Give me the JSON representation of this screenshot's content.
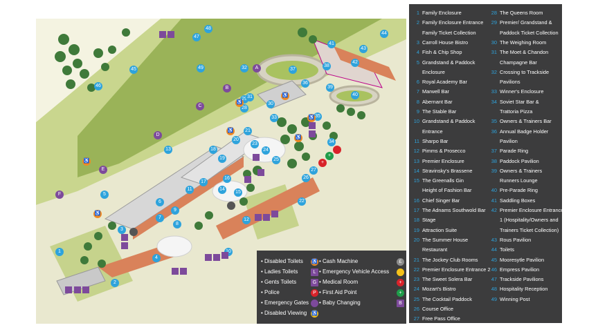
{
  "legend": {
    "left_items": [
      {
        "n": "1",
        "label": "Family Enclosure"
      },
      {
        "n": "2",
        "label": "Family Enclosure Entrance",
        "cont": [
          "Family Ticket Collection"
        ]
      },
      {
        "n": "3",
        "label": "Carroll House Bistro"
      },
      {
        "n": "4",
        "label": "Fish & Chip Shop"
      },
      {
        "n": "5",
        "label": "Grandstand & Paddock",
        "cont": [
          "Enclosure"
        ]
      },
      {
        "n": "6",
        "label": "Royal Academy Bar"
      },
      {
        "n": "7",
        "label": "Marwell Bar"
      },
      {
        "n": "8",
        "label": "Abernant Bar"
      },
      {
        "n": "9",
        "label": "The Stable Bar"
      },
      {
        "n": "10",
        "label": "Grandstand & Paddock",
        "cont": [
          "Entrance"
        ]
      },
      {
        "n": "11",
        "label": "Sharpo Bar"
      },
      {
        "n": "12",
        "label": "Pimms & Prosecco"
      },
      {
        "n": "13",
        "label": "Premier Enclosure"
      },
      {
        "n": "14",
        "label": "Stravinsky's Brassene"
      },
      {
        "n": "15",
        "label": "The Greenalls Gin",
        "cont": [
          "Height of Fashion Bar"
        ]
      },
      {
        "n": "16",
        "label": "Chief Singer Bar"
      },
      {
        "n": "17",
        "label": "The Adnams Southwold Bar"
      },
      {
        "n": "18",
        "label": "Stage"
      },
      {
        "n": "19",
        "label": "Attraction Suite"
      },
      {
        "n": "20",
        "label": "The Summer House",
        "cont": [
          "Restaurant"
        ]
      },
      {
        "n": "21",
        "label": "The Jockey Club Rooms"
      },
      {
        "n": "22",
        "label": "Premier Enclosure Entrance 2"
      },
      {
        "n": "23",
        "label": "The Sweet Solera Bar"
      },
      {
        "n": "24",
        "label": "Mozart's Bistro"
      },
      {
        "n": "25",
        "label": "The Cocktail Paddock"
      },
      {
        "n": "26",
        "label": "Course Office"
      },
      {
        "n": "27",
        "label": "Free Pass Office"
      }
    ],
    "right_items": [
      {
        "n": "28",
        "label": "The Queens Room"
      },
      {
        "n": "29",
        "label": "Premier/ Grandstand &",
        "cont": [
          "Paddock Ticket Collection"
        ]
      },
      {
        "n": "30",
        "label": "The Weighing Room"
      },
      {
        "n": "31",
        "label": "The Moet & Chandon",
        "cont": [
          "Champagne Bar"
        ]
      },
      {
        "n": "32",
        "label": "Crossing to Trackside",
        "cont": [
          "Pavilions"
        ]
      },
      {
        "n": "33",
        "label": "Winner's Enclosure"
      },
      {
        "n": "34",
        "label": "Soviet Star Bar &",
        "cont": [
          "Trattoria Pizza"
        ]
      },
      {
        "n": "35",
        "label": "Owners & Trainers Bar"
      },
      {
        "n": "36",
        "label": "Annual Badge Holder",
        "cont": [
          "Pavilion"
        ]
      },
      {
        "n": "37",
        "label": "Parade Ring"
      },
      {
        "n": "38",
        "label": "Paddock Pavilion"
      },
      {
        "n": "39",
        "label": "Owners & Trainers",
        "cont": [
          "Runners Lounge"
        ]
      },
      {
        "n": "40",
        "label": "Pre-Parade Ring"
      },
      {
        "n": "41",
        "label": "Saddling Boxes"
      },
      {
        "n": "42",
        "label": "Premier Enclosure Entrance",
        "cont": [
          "1 (Hospitality/Owners and",
          "Trainers Ticket Collection)"
        ]
      },
      {
        "n": "43",
        "label": "Rous Pavilion"
      },
      {
        "n": "44",
        "label": "Toilets"
      },
      {
        "n": "45",
        "label": "Mooresytle Pavilion"
      },
      {
        "n": "46",
        "label": "Empress Pavilion"
      },
      {
        "n": "47",
        "label": "Trackside Pavilions"
      },
      {
        "n": "48",
        "label": "Hospitality Reception"
      },
      {
        "n": "49",
        "label": "Winning Post"
      }
    ]
  },
  "map_key": {
    "left": [
      {
        "label": "• Disabled Toilets",
        "sym": "♿",
        "sym_name": "wheelchair-icon",
        "color": "#f08a24"
      },
      {
        "label": "• Ladies Toilets",
        "sym": "L",
        "sym_name": "ladies-toilet-icon",
        "color": "#7d4a9b"
      },
      {
        "label": "• Gents Toilets",
        "sym": "G",
        "sym_name": "gents-toilet-icon",
        "color": "#7d4a9b"
      },
      {
        "label": "• Police",
        "sym": "P",
        "sym_name": "police-icon",
        "color": "#d8232a"
      },
      {
        "label": "• Emergency Gates",
        "sym": "",
        "sym_name": "emergency-gate-icon",
        "color": "#7d4a9b"
      },
      {
        "label": "• Disabled Viewing",
        "sym": "♿",
        "sym_name": "disabled-viewing-icon",
        "color": "#f5c21a"
      }
    ],
    "right": [
      {
        "label": "• Cash Machine",
        "sym": "£",
        "sym_name": "cash-machine-icon",
        "color": "#8c8c8c"
      },
      {
        "label": "• Emergency Vehicle Access",
        "sym": "",
        "sym_name": "emergency-vehicle-icon",
        "color": "#f5c21a"
      },
      {
        "label": "• Medical Room",
        "sym": "+",
        "sym_name": "medical-room-icon",
        "color": "#d8232a"
      },
      {
        "label": "• First Aid Point",
        "sym": "+",
        "sym_name": "first-aid-icon",
        "color": "#1f9d4a"
      },
      {
        "label": "• Baby Changing",
        "sym": "B",
        "sym_name": "baby-changing-icon",
        "color": "#7d4a9b"
      }
    ]
  },
  "map_markers": {
    "blue": [
      "1",
      "2",
      "3",
      "4",
      "5",
      "6",
      "7",
      "8",
      "9",
      "10",
      "11",
      "12",
      "13",
      "14",
      "15",
      "16",
      "17",
      "18",
      "19",
      "20",
      "21",
      "22",
      "23",
      "24",
      "25",
      "26",
      "27",
      "28",
      "29",
      "30",
      "31",
      "32",
      "33",
      "34",
      "35",
      "36",
      "37",
      "38",
      "39",
      "40",
      "41",
      "42",
      "43",
      "44",
      "45",
      "46",
      "47",
      "48",
      "49"
    ],
    "gates": [
      "A",
      "B",
      "C",
      "D",
      "E",
      "F"
    ],
    "toilet_letters": [
      "L",
      "G",
      "B",
      "P",
      "£"
    ]
  },
  "colors": {
    "track": "#8ca84a",
    "grass": "#c7d48f",
    "path": "#e8e5c9",
    "tree": "#3f7a3a",
    "building": "#c9c9c9",
    "roof": "#e0d5cf",
    "brick": "#d9825a",
    "panel": "#3c3c3d",
    "accent": "#2ea3dc"
  }
}
